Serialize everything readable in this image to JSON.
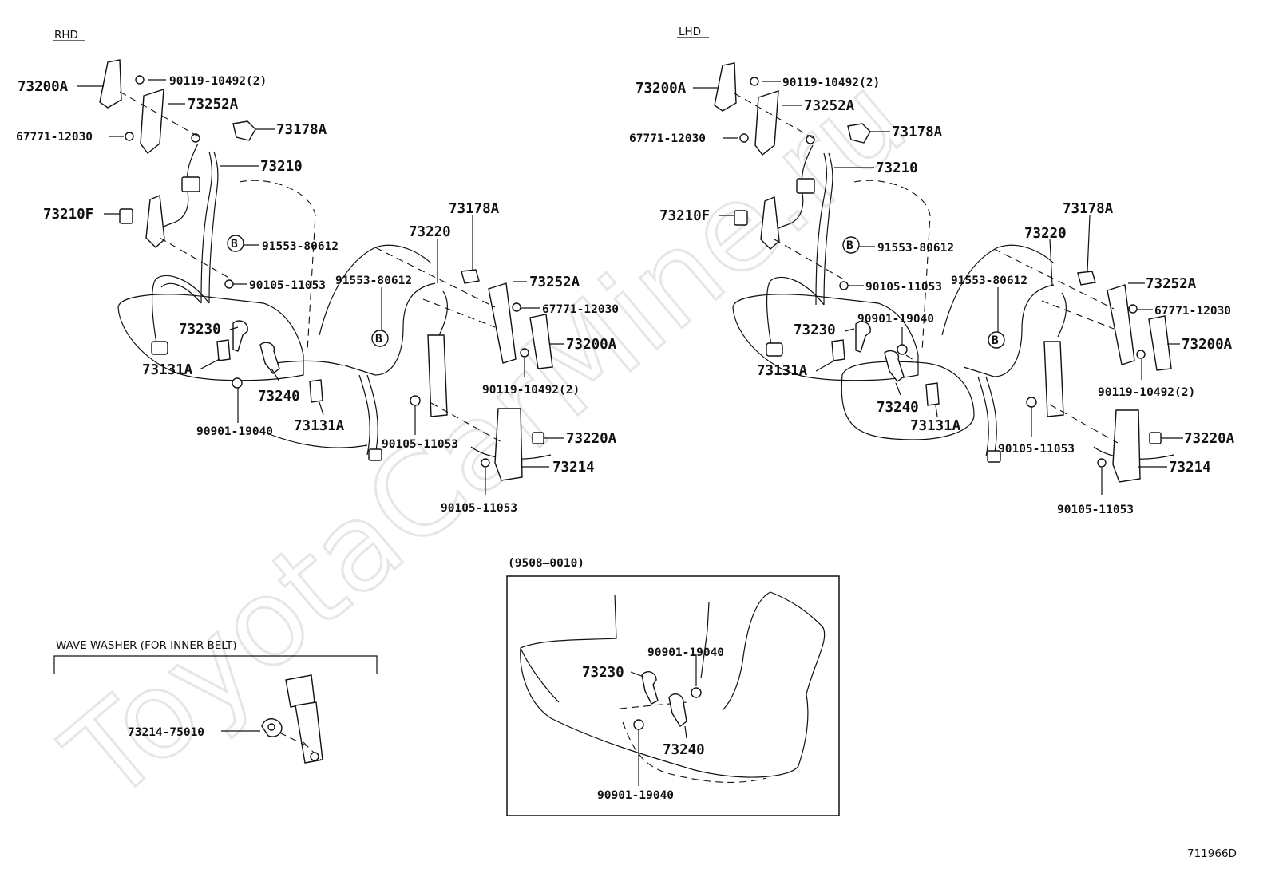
{
  "watermark": "ToyotaCarMine.ru",
  "rhd_header": "RHD",
  "lhd_header": "LHD",
  "diagram_id": "711966D",
  "inset": {
    "code": "(9508–0010)",
    "labels": [
      "90901-19040",
      "73230",
      "73240",
      "90901-19040"
    ]
  },
  "wave_washer": {
    "title": "WAVE WASHER (FOR INNER BELT)",
    "part": "73214-75010"
  },
  "rhd_labels": [
    "73200A",
    "90119-10492(2)",
    "73252A",
    "67771-12030",
    "73178A",
    "73210",
    "73210F",
    "91553-80612",
    "90105-11053",
    "73230",
    "73131A",
    "73240",
    "90901-19040",
    "73131A",
    "73178A",
    "73220",
    "91553-80612",
    "73252A",
    "67771-12030",
    "73200A",
    "90119-10492(2)",
    "73220A",
    "90105-11053",
    "73214",
    "90105-11053"
  ],
  "lhd_labels": [
    "73200A",
    "90119-10492(2)",
    "73252A",
    "67771-12030",
    "73178A",
    "73210",
    "73210F",
    "91553-80612",
    "90105-11053",
    "73230",
    "90901-19040",
    "73131A",
    "73240",
    "73131A",
    "73178A",
    "73220",
    "91553-80612",
    "73252A",
    "67771-12030",
    "73200A",
    "90119-10492(2)",
    "73220A",
    "90105-11053",
    "73214",
    "90105-11053"
  ],
  "badge_letter": "B"
}
